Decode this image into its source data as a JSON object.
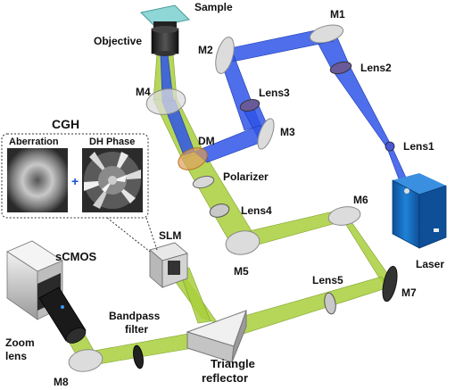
{
  "labels": {
    "sample": "Sample",
    "objective": "Objective",
    "m1": "M1",
    "m2": "M2",
    "lens2": "Lens2",
    "lens3": "Lens3",
    "m4": "M4",
    "m3": "M3",
    "cgh": "CGH",
    "aberration": "Aberration",
    "plus": "+",
    "dh_phase": "DH Phase",
    "dm": "DM",
    "lens1": "Lens1",
    "polarizer": "Polarizer",
    "lens4": "Lens4",
    "m6": "M6",
    "slm": "SLM",
    "scmos": "sCMOS",
    "m5": "M5",
    "laser": "Laser",
    "lens5": "Lens5",
    "m7": "M7",
    "bandpass_line1": "Bandpass",
    "bandpass_line2": "filter",
    "zoom_line1": "Zoom",
    "zoom_line2": "lens",
    "m8": "M8",
    "triangle_line1": "Triangle",
    "triangle_line2": "reflector"
  },
  "colors": {
    "excitation_beam": "#2f55e8",
    "emission_beam": "#a9cf3c",
    "mirror": "#d9d9d9",
    "laser_body": "#1670c4",
    "sample_slide": "#8fd6d6"
  }
}
